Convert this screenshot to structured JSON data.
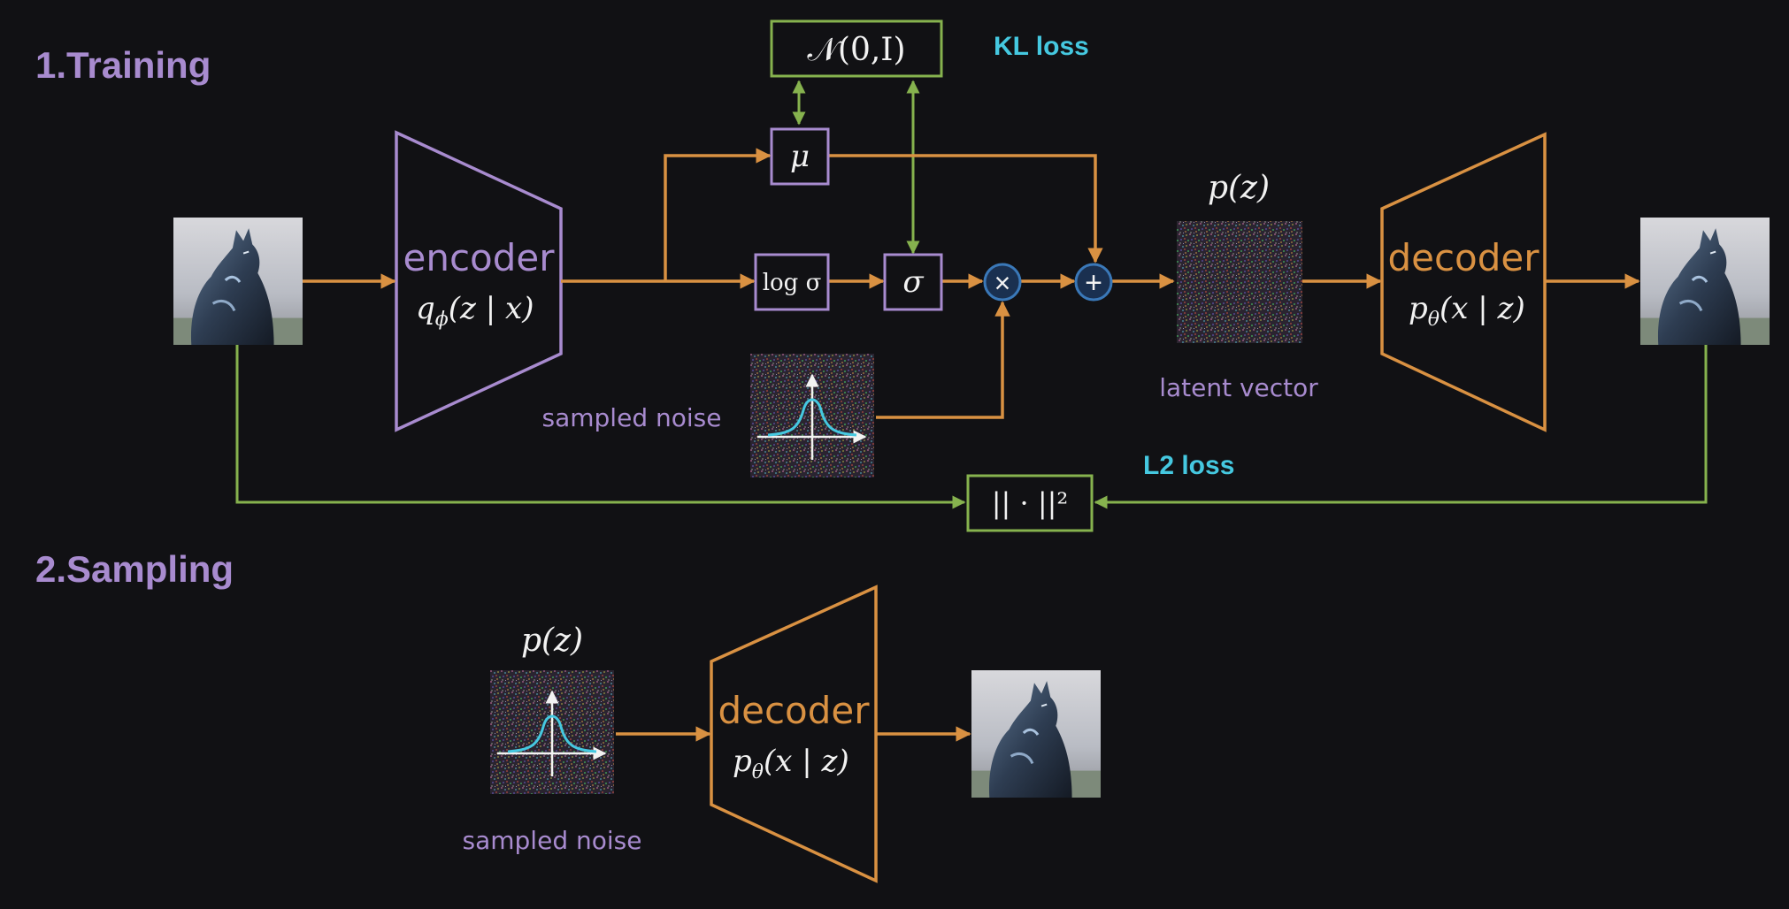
{
  "colors": {
    "background": "#111114",
    "purple": "#a88bcf",
    "orange": "#d99142",
    "green": "#86b24e",
    "cyan": "#45c8e0",
    "white": "#f2f2f2",
    "circle_blue": "#3a78b8"
  },
  "sections": {
    "training": "1.Training",
    "sampling": "2.Sampling"
  },
  "prior_box": "𝒩(0,I)",
  "kl_loss": "KL loss",
  "l2_loss": "L2 loss",
  "encoder": {
    "title": "encoder",
    "dist_letter": "q",
    "dist_sub": "ϕ",
    "dist_args": "(z | x)"
  },
  "decoder": {
    "title": "decoder",
    "dist_letter": "p",
    "dist_sub": "θ",
    "dist_args": "(x | z)"
  },
  "mu_box": "μ",
  "logsigma_box": "log σ",
  "sigma_box": "σ",
  "multiply_op": "×",
  "add_op": "+",
  "pz_label": "p(z)",
  "latent_vector_label": "latent vector",
  "sampled_noise_label": "sampled noise",
  "l2_box": "|| · ||²",
  "icons": {
    "input_image": "cat-image-icon",
    "output_image": "cat-image-icon",
    "noise": "gaussian-noise-icon",
    "latent": "noise-texture-icon"
  }
}
